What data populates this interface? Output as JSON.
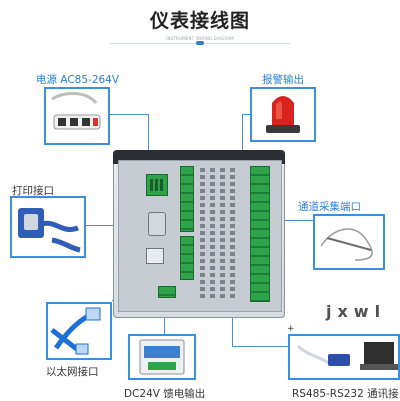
{
  "title": "仪表接线图",
  "subtitle": "INSTRUMENT WIRING DIAGRAM",
  "labels": {
    "power": "电源 AC85-264V",
    "alarm": "报警输出",
    "print": "打印接口",
    "channel": "通道采集端口",
    "ethernet": "以太网接口",
    "dc24v": "DC24V 馈电输出",
    "comm": "RS485-RS232 通讯接",
    "plus": "+"
  },
  "watermark": "jxwl",
  "colors": {
    "accent": "#2a7fd4",
    "line": "#4a8fd6",
    "terminal_green": "#2fa34a",
    "alarm_red": "#d8231f"
  },
  "icons": {
    "power": "power-strip-icon",
    "alarm": "alarm-light-icon",
    "print": "serial-cable-icon",
    "channel": "thermocouple-probe-icon",
    "ethernet": "ethernet-cable-icon",
    "dc24v": "din-power-supply-icon",
    "comm": "usb-converter-laptop-icon"
  }
}
